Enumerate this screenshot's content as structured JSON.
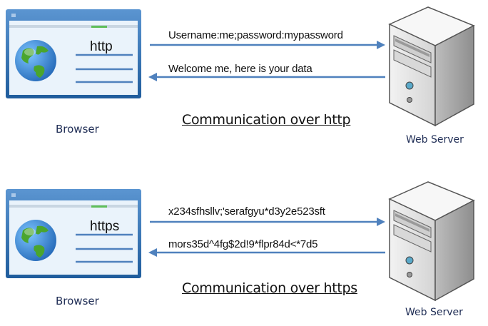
{
  "top": {
    "protocol_label": "http",
    "request_text": "Username:me;password:mypassword",
    "response_text": "Welcome me, here is your data",
    "caption": "Communication over http",
    "browser_label": "Browser",
    "server_label": "Web Server"
  },
  "bottom": {
    "protocol_label": "https",
    "request_text": "x234sfhsllv;'serafgyu*d3y2e523sft",
    "response_text": "mors35d^4fg$2d!9*flpr84d<*7d5",
    "caption": "Communication over https",
    "browser_label": "Browser",
    "server_label": "Web Server"
  },
  "colors": {
    "arrow": "#4f81bd",
    "browser_frame": "#2e6aa8",
    "browser_content": "#eaf3fb",
    "globe_ocean": "#2a7fd0",
    "globe_land": "#4aa52e",
    "server_body": "#e9e9e9"
  }
}
